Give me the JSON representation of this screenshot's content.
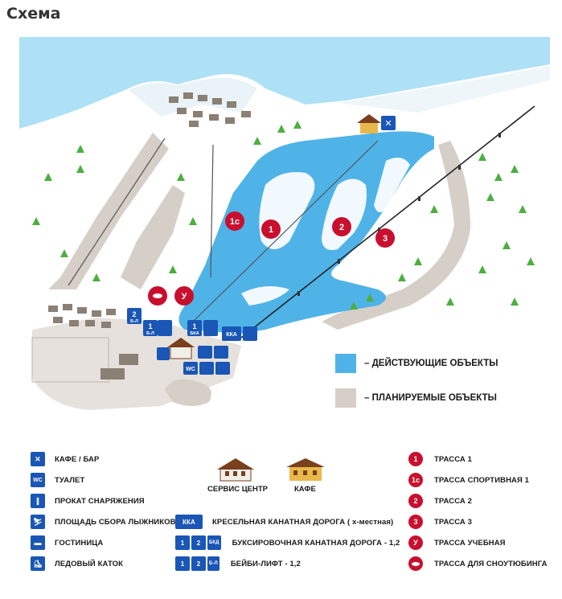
{
  "header": {
    "title": "Схема"
  },
  "colors": {
    "active": "#4fb3e8",
    "planned": "#d6cfc8",
    "sky": "#aee0f6",
    "route": "#c8102e",
    "icon": "#1a56b5",
    "tree": "#4caf3f"
  },
  "status_legend": {
    "active": "– ДЕЙСТВУЮЩИЕ ОБЪЕКТЫ",
    "planned": "– ПЛАНИРУЕМЫЕ ОБЪЕКТЫ"
  },
  "map_markers": {
    "r1": "1",
    "r1c": "1с",
    "r2": "2",
    "r3": "3",
    "ru": "У",
    "bka": "БКА",
    "kka": "ККА",
    "bl": "Б-Л",
    "wc": "WC",
    "lift1": "1",
    "lift2": "2"
  },
  "legend": {
    "services": [
      {
        "icon": "fork-knife-icon",
        "label": "КАФЕ / БАР"
      },
      {
        "icon": "wc-icon",
        "label": "ТУАЛЕТ",
        "icon_text": "WC"
      },
      {
        "icon": "ski-rental-icon",
        "label": "ПРОКАТ СНАРЯЖЕНИЯ"
      },
      {
        "icon": "gathering-icon",
        "label": "ПЛОЩАДЬ СБОРА ЛЫЖНИКОВ"
      },
      {
        "icon": "hotel-icon",
        "label": "ГОСТИНИЦА"
      },
      {
        "icon": "skate-icon",
        "label": "ЛЕДОВЫЙ КАТОК"
      }
    ],
    "buildings": [
      {
        "icon": "service-center-icon",
        "label": "СЕРВИС ЦЕНТР"
      },
      {
        "icon": "cafe-building-icon",
        "label": "КАФЕ"
      }
    ],
    "lifts": [
      {
        "icon_text": "ККА",
        "label": "КРЕСЕЛЬНАЯ КАНАТНАЯ ДОРОГА ( х-местная)"
      },
      {
        "icon_text_1": "1",
        "icon_text_2": "2",
        "sub": "БКД",
        "label": "БУКСИРОВОЧНАЯ КАНАТНАЯ ДОРОГА - 1,2"
      },
      {
        "icon_text_1": "1",
        "icon_text_2": "2",
        "sub": "Б-Л",
        "label": "БЕЙБИ-ЛИФТ - 1,2"
      }
    ],
    "routes": [
      {
        "marker": "1",
        "label": "ТРАССА 1"
      },
      {
        "marker": "1с",
        "label": "ТРАССА СПОРТИВНАЯ 1"
      },
      {
        "marker": "2",
        "label": "ТРАССА 2"
      },
      {
        "marker": "3",
        "label": "ТРАССА 3"
      },
      {
        "marker": "У",
        "label": "ТРАССА УЧЕБНАЯ"
      },
      {
        "marker": "",
        "label": "ТРАССА ДЛЯ СНОУТЮБИНГА"
      }
    ]
  }
}
